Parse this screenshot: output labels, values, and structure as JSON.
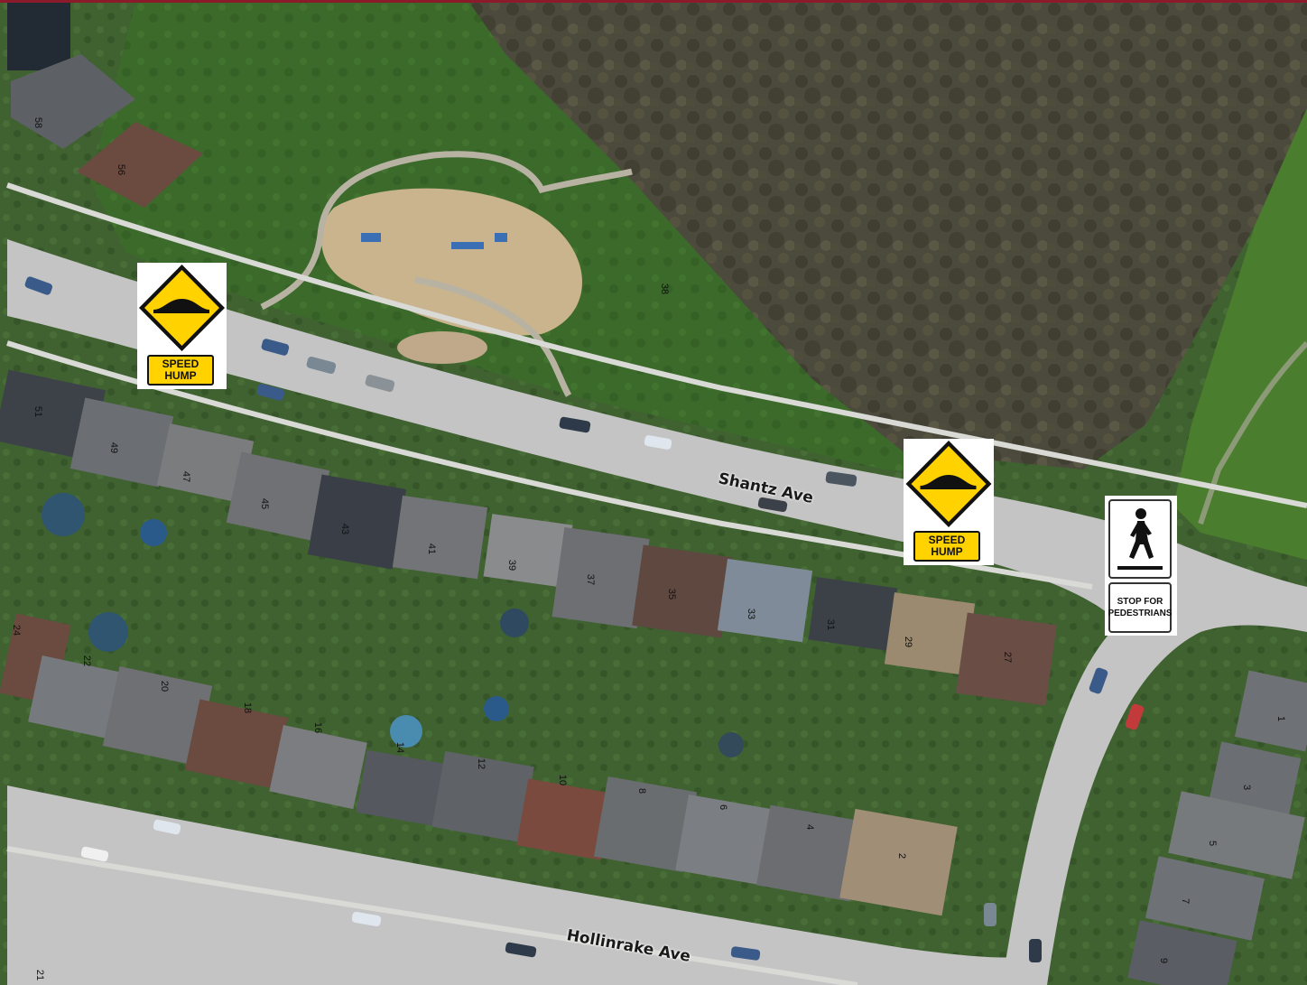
{
  "map": {
    "streets": [
      {
        "name": "Shantz Ave"
      },
      {
        "name": "Hollinrake Ave"
      }
    ],
    "house_numbers": [
      "58",
      "56",
      "51",
      "49",
      "47",
      "45",
      "43",
      "41",
      "39",
      "37",
      "35",
      "33",
      "31",
      "29",
      "27",
      "38",
      "24",
      "22",
      "20",
      "18",
      "16",
      "14",
      "12",
      "10",
      "8",
      "6",
      "4",
      "2",
      "1",
      "3",
      "5",
      "7",
      "9",
      "21"
    ]
  },
  "signs": {
    "speed_hump_1": {
      "line1": "SPEED",
      "line2": "HUMP"
    },
    "speed_hump_2": {
      "line1": "SPEED",
      "line2": "HUMP"
    },
    "pedestrian": {
      "line1": "STOP FOR",
      "line2": "PEDESTRIANS"
    }
  },
  "colors": {
    "sign_yellow": "#ffd200",
    "sign_border": "#111111",
    "grass": "#3a6b2a",
    "woods": "#4a4a3a",
    "road": "#c8c8c8",
    "frame_top": "#8b1a2b"
  }
}
